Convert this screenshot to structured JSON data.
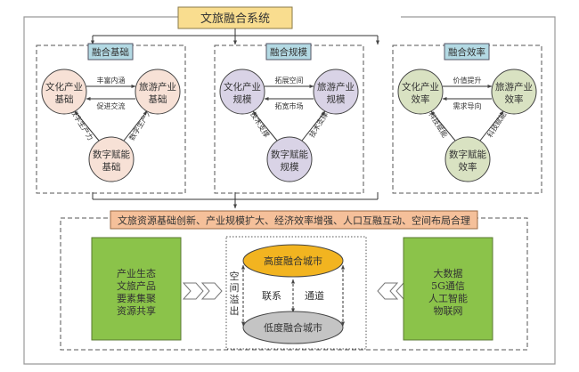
{
  "title": "文旅融合系统",
  "colors": {
    "title_box": "#f9dd8f",
    "panel_header": "#b3d9e3",
    "basis_circle": "#f7e1d6",
    "scale_circle": "#d9d3e6",
    "efficiency_circle": "#d9e2c2",
    "outcome_bar": "#f5c09a",
    "green_box": "#8bc34a",
    "high_city": "#f2b420",
    "low_city": "#c4c4c4"
  },
  "panels": [
    {
      "header": "融合基础",
      "culture": [
        "文化产业",
        "基础"
      ],
      "tourism": [
        "旅游产业",
        "基础"
      ],
      "digital": [
        "数字赋能",
        "基础"
      ],
      "top_arrow_label": "丰富内涵",
      "bottom_arrow_label": "促进交流",
      "left_arrow_label": "数字生产力",
      "right_arrow_label": "数字生产力"
    },
    {
      "header": "融合规模",
      "culture": [
        "文化产业",
        "规模"
      ],
      "tourism": [
        "旅游产业",
        "规模"
      ],
      "digital": [
        "数字赋能",
        "规模"
      ],
      "top_arrow_label": "拓展空间",
      "bottom_arrow_label": "拓宽市场",
      "left_arrow_label": "技术支撑",
      "right_arrow_label": "技术支撑"
    },
    {
      "header": "融合效率",
      "culture": [
        "文化产业",
        "效率"
      ],
      "tourism": [
        "旅游产业",
        "效率"
      ],
      "digital": [
        "数字赋能",
        "效率"
      ],
      "top_arrow_label": "价值提升",
      "bottom_arrow_label": "需求导向",
      "left_arrow_label": "科技赋能",
      "right_arrow_label": "科技赋能"
    }
  ],
  "outcome": "文旅资源基础创新、产业规模扩大、经济效率增强、人口互融互动、空间布局合理",
  "left_box": [
    "产业生态",
    "文旅产品",
    "要素集聚",
    "资源共享"
  ],
  "right_box": [
    "大数据",
    "5G通信",
    "人工智能",
    "物联网"
  ],
  "center": {
    "high_city": "高度融合城市",
    "low_city": "低度融合城市",
    "spillover": [
      "空",
      "间",
      "溢",
      "出"
    ],
    "link_left": "联系",
    "link_right": "通道"
  },
  "icons": {
    "left_chevrons": "double-chevron-right",
    "right_chevrons": "double-chevron-left"
  }
}
